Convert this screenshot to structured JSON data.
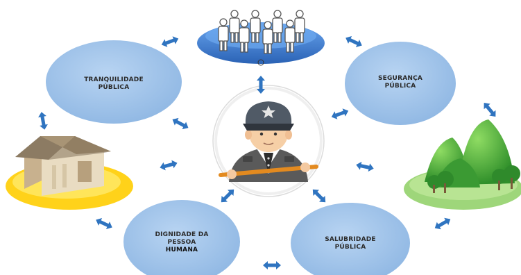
{
  "nodes": {
    "tranquilidade": {
      "line1": "TRANQUILIDADE",
      "line2": "PÚBLICA"
    },
    "seguranca": {
      "line1": "SEGURANÇA",
      "line2": "PÚBLICA"
    },
    "dignidade": {
      "line1": "DIGNIDADE DA",
      "line2": "PESSOA",
      "line3": "HUMANA"
    },
    "salubridade": {
      "line1": "SALUBRIDADE",
      "line2": "PÚBLICA"
    }
  },
  "icons": [
    "people-icon",
    "police-officer-icon",
    "house-icon",
    "mountains-icon",
    "double-arrow-icon"
  ],
  "colors": {
    "circle_fill": "#9fc2e8",
    "circle_edge": "#7faadb",
    "arrow": "#2f74c0",
    "people_platform": "#3f7fd0",
    "house_platform": "#ffd21a",
    "hills": "#46a83a",
    "meadow": "#9ed67a"
  }
}
